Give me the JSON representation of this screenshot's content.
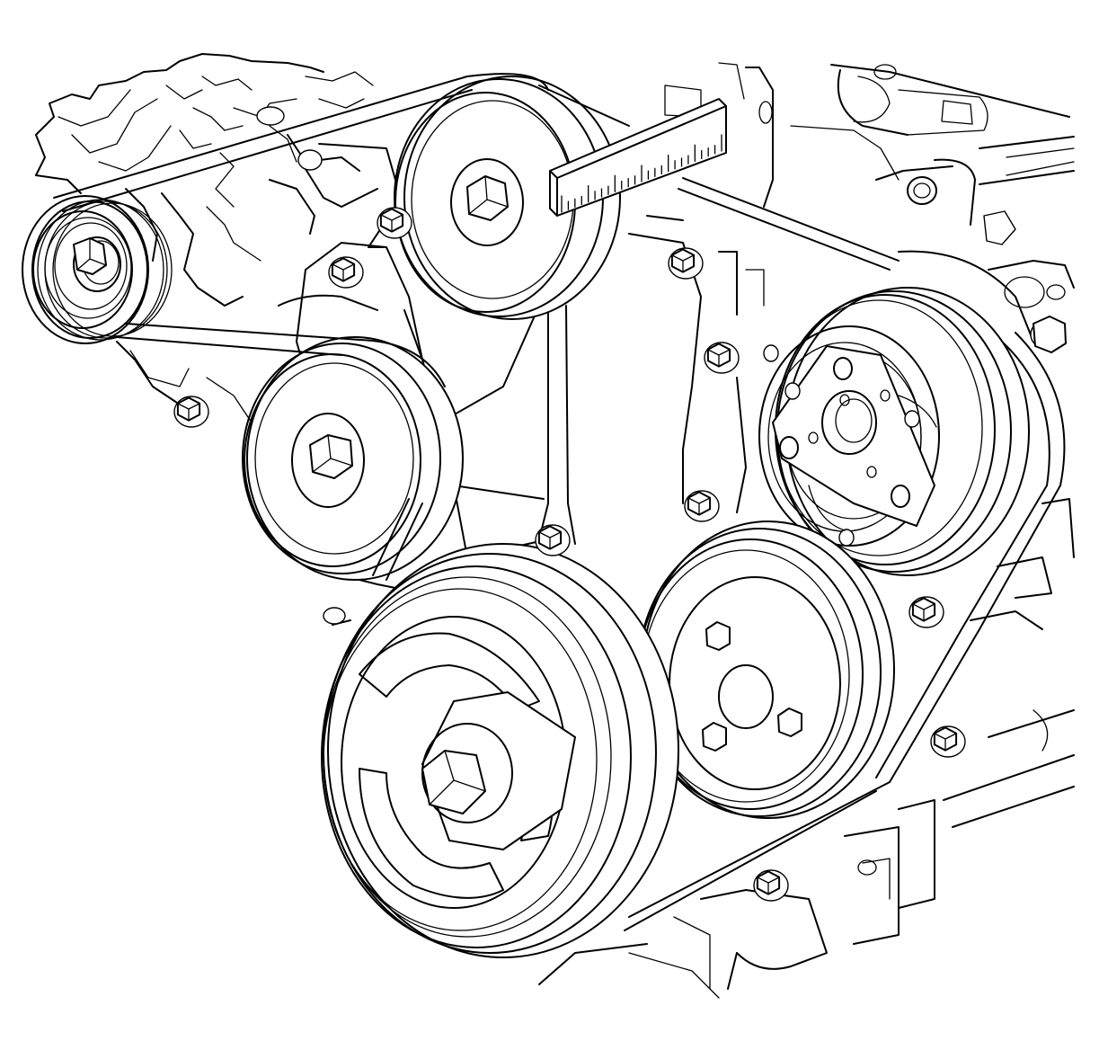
{
  "diagram": {
    "drawing_type": "line-art",
    "line_color": "#000000",
    "background_color": "#ffffff",
    "components": [
      {
        "id": "generator-pulley",
        "icon": "pulley-icon"
      },
      {
        "id": "belt-tensioner-pulley",
        "icon": "pulley-icon"
      },
      {
        "id": "idler-pulley",
        "icon": "pulley-icon"
      },
      {
        "id": "ac-compressor-pulley",
        "icon": "pulley-icon"
      },
      {
        "id": "crankshaft-balancer",
        "icon": "pulley-icon"
      },
      {
        "id": "water-pump-pulley",
        "icon": "pulley-icon"
      },
      {
        "id": "drive-belt",
        "icon": "belt-icon"
      },
      {
        "id": "belt-tension-gauge",
        "icon": "gauge-icon"
      }
    ]
  }
}
